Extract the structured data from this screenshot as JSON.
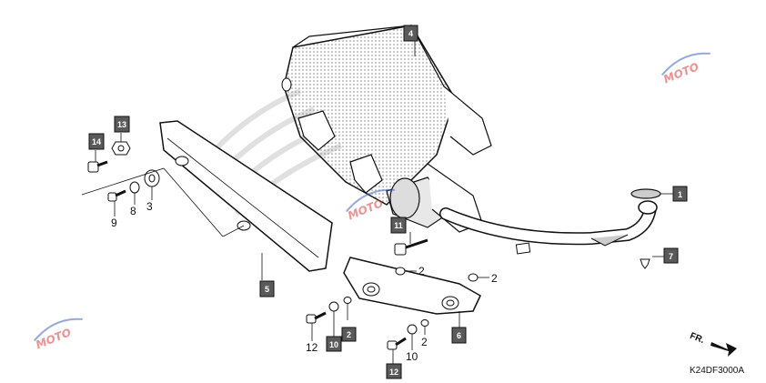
{
  "diagram_code": "K24DF3000A",
  "front_label": "FR.",
  "watermark_text": "MOTO",
  "colors": {
    "line": "#111111",
    "box_fill": "#5a5a5a",
    "stipple": "#9a9a9a",
    "watermark_red": "#d23c3c",
    "watermark_blue": "#3a5fb0"
  },
  "callouts": {
    "c1": "1",
    "c2a": "2",
    "c2b": "2",
    "c2c": "2",
    "c2d": "2",
    "c3": "3",
    "c4": "4",
    "c5": "5",
    "c6": "6",
    "c7": "7",
    "c8": "8",
    "c9": "9",
    "c10a": "10",
    "c10b": "10",
    "c11": "11",
    "c12a": "12",
    "c12b": "12",
    "c13": "13",
    "c14": "14"
  }
}
